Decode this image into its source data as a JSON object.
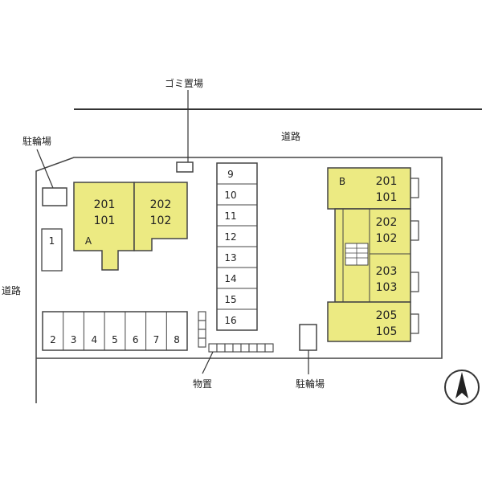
{
  "colors": {
    "building_fill": "#ecea82",
    "outline": "#444444",
    "background": "#ffffff"
  },
  "labels": {
    "garbage": "ゴミ置場",
    "road_top": "道路",
    "road_left": "道路",
    "bike_parking_left": "駐輪場",
    "bike_parking_right": "駐輪場",
    "storage": "物置"
  },
  "building_a": {
    "name": "A",
    "left_units": [
      "201",
      "101"
    ],
    "right_units": [
      "202",
      "102"
    ]
  },
  "building_b": {
    "name": "B",
    "units": [
      [
        "201",
        "101"
      ],
      [
        "202",
        "102"
      ],
      [
        "203",
        "103"
      ],
      [
        "205",
        "105"
      ]
    ]
  },
  "parking": {
    "left_single": "1",
    "bottom_row": [
      "2",
      "3",
      "4",
      "5",
      "6",
      "7",
      "8"
    ],
    "center_column": [
      "9",
      "10",
      "11",
      "12",
      "13",
      "14",
      "15",
      "16"
    ]
  },
  "compass": {
    "icon": "north-arrow-icon"
  }
}
